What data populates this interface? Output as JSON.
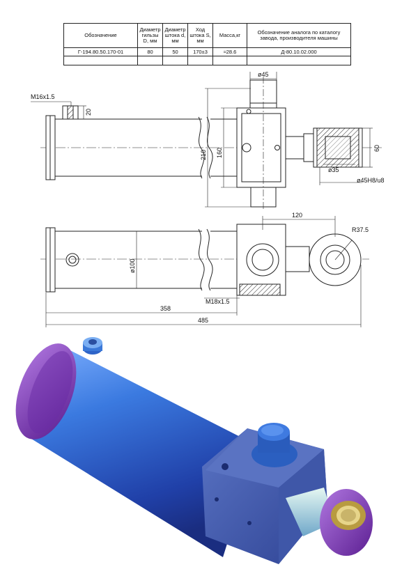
{
  "table": {
    "headers": [
      "Обозначение",
      "Диаметр гильзы D, мм",
      "Диаметр штока d, мм",
      "Ход штока S, мм",
      "Масса,кг",
      "Обозначение аналога по каталогу завода, производителя машины"
    ],
    "row": [
      "Г-194.80.50.170-01",
      "80",
      "50",
      "170±3",
      "≈28.6",
      "Д-80.10.02.000"
    ]
  },
  "dimensions": {
    "top_view": {
      "thread_port": "M16x1.5",
      "port_height": "20",
      "pin_diameter": "ø45",
      "overall_height": "210",
      "block_height": "160",
      "rod_diameter": "ø35",
      "eye_width": "60",
      "eye_bore": "ø45H8/u8"
    },
    "side_view": {
      "eye_offset": "120",
      "eye_radius": "R37.5",
      "body_diameter": "ø100",
      "thread_port": "M18x1.5",
      "length_body": "358",
      "length_total": "485"
    }
  },
  "colors": {
    "line": "#222222",
    "body_blue": "#2f6fd0",
    "block_blue": "#3d5aa8",
    "cap_purple": "#7a2fb8",
    "bronze": "#c9b46a"
  }
}
